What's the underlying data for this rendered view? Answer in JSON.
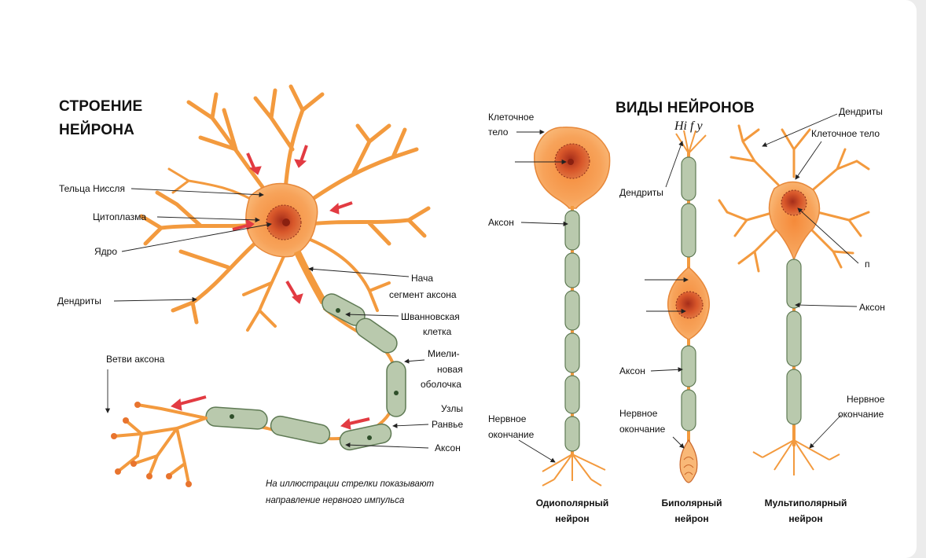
{
  "left": {
    "title_line1": "СТРОЕНИЕ",
    "title_line2": "НЕЙРОНА",
    "labels": {
      "nissl": "Тельца Ниссля",
      "cytoplasm": "Цитоплазма",
      "nucleus": "Ядро",
      "dendrites": "Дендриты",
      "initial_segment_1": "Нача",
      "initial_segment_2": "сегмент аксона",
      "schwann_1": "Шванновская",
      "schwann_2": "клетка",
      "myelin_1": "Миели-",
      "myelin_2": "новая",
      "myelin_3": "оболочка",
      "ranvier_1": "Узлы",
      "ranvier_2": "Ранвье",
      "axon": "Аксон",
      "axon_branches": "Ветви аксона"
    },
    "note_line1": "На иллюстрации стрелки показывают",
    "note_line2": "направление   нервного   импульса"
  },
  "right": {
    "title": "ВИДЫ НЕЙРОНОВ",
    "watermark": "Hi f y",
    "labels": {
      "cell_body_1": "Клеточное",
      "cell_body_2": "тело",
      "axon_uni": "Аксон",
      "ending_uni_1": "Нервное",
      "ending_uni_2": "окончание",
      "dendrites_bi": "Дендриты",
      "axon_bi": "Аксон",
      "ending_bi_1": "Нервное",
      "ending_bi_2": "окончание",
      "dendrites_multi": "Дендриты",
      "cell_body_multi": "Клеточное тело",
      "stray_mark": "п",
      "axon_multi": "Аксон",
      "ending_multi_1": "Нервное",
      "ending_multi_2": "окончание"
    },
    "captions": {
      "unipolar_1": "Одиополярный",
      "unipolar_2": "нейрон",
      "bipolar_1": "Биполярный",
      "bipolar_2": "нейрон",
      "multipolar_1": "Мультиполярный",
      "multipolar_2": "нейрон"
    }
  },
  "colors": {
    "dendrite": "#f39a3e",
    "cell_body": "#f7a35a",
    "nucleus": "#d8572a",
    "myelin": "#b9c9ad",
    "myelin_edge": "#5f7a54",
    "arrow": "#e23b42",
    "background": "#ffffff"
  }
}
